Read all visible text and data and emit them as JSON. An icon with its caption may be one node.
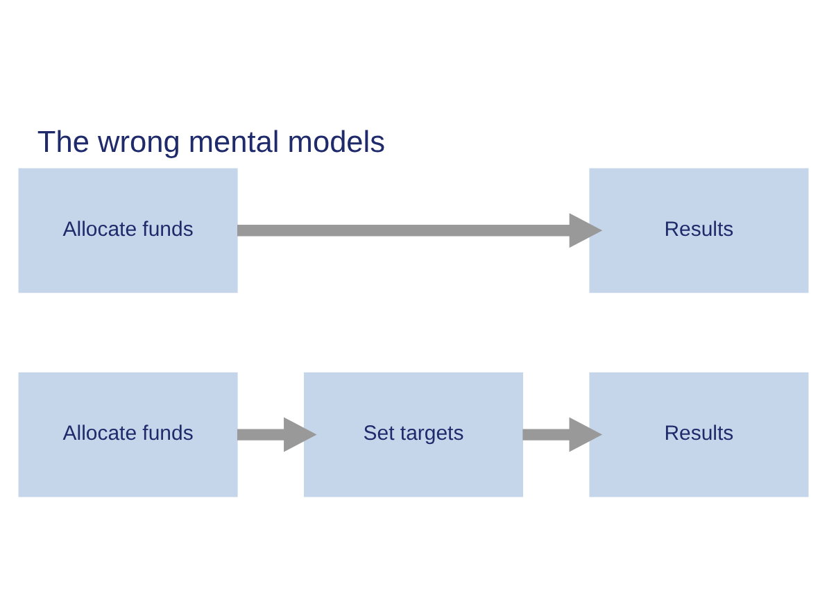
{
  "diagram": {
    "title": "The wrong mental models",
    "nodes": [
      {
        "text": [
          "Allocate funds"
        ]
      },
      {
        "text": [
          "Results"
        ]
      },
      {
        "text": [
          "Allocate funds"
        ]
      },
      {
        "text": [
          "Set targets"
        ]
      },
      {
        "text": [
          "Results"
        ]
      }
    ],
    "edges": [
      {
        "from": 0,
        "to": 1,
        "arrow": "to"
      },
      {
        "from": 2,
        "to": 3,
        "arrow": "to"
      },
      {
        "from": 3,
        "to": 4,
        "arrow": "to"
      }
    ]
  }
}
